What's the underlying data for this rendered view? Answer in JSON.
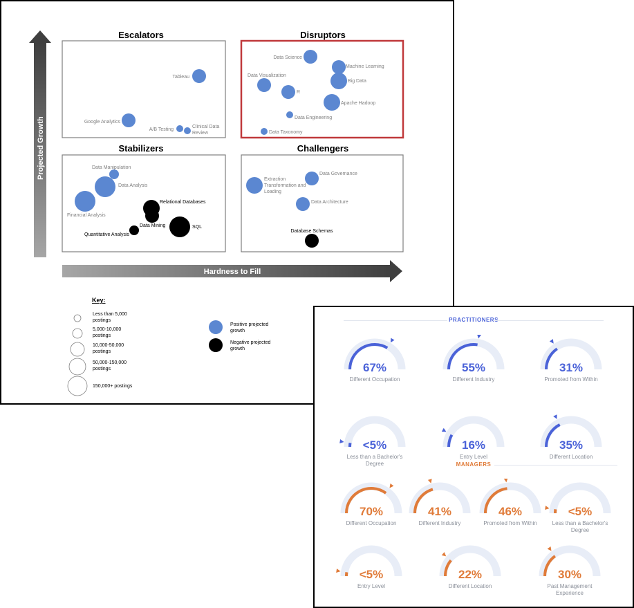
{
  "chart_data": [
    {
      "type": "scatter",
      "xlabel": "Hardness to Fill",
      "ylabel": "Projected Growth",
      "quadrants": [
        {
          "title": "Escalators",
          "highlighted": false,
          "points": [
            {
              "label": "Tableau",
              "size_class": 3,
              "growth": "positive"
            },
            {
              "label": "Google Analytics",
              "size_class": 3,
              "growth": "positive"
            },
            {
              "label": "A/B Testing",
              "size_class": 1,
              "growth": "positive"
            },
            {
              "label": "Clinical Data Review",
              "size_class": 1,
              "growth": "positive"
            }
          ]
        },
        {
          "title": "Disruptors",
          "highlighted": true,
          "points": [
            {
              "label": "Data Science",
              "size_class": 3,
              "growth": "positive"
            },
            {
              "label": "Machine Learning",
              "size_class": 3,
              "growth": "positive"
            },
            {
              "label": "Big Data",
              "size_class": 4,
              "growth": "positive"
            },
            {
              "label": "Data Visualization",
              "size_class": 3,
              "growth": "positive"
            },
            {
              "label": "R",
              "size_class": 3,
              "growth": "positive"
            },
            {
              "label": "Apache Hadoop",
              "size_class": 4,
              "growth": "positive"
            },
            {
              "label": "Data Engineering",
              "size_class": 1,
              "growth": "positive"
            },
            {
              "label": "Data Taxonomy",
              "size_class": 1,
              "growth": "positive"
            }
          ]
        },
        {
          "title": "Stabilizers",
          "highlighted": false,
          "points": [
            {
              "label": "Data Manipulation",
              "size_class": 2,
              "growth": "positive"
            },
            {
              "label": "Data Analysis",
              "size_class": 5,
              "growth": "positive"
            },
            {
              "label": "Financial Analysis",
              "size_class": 5,
              "growth": "positive"
            },
            {
              "label": "Relational Databases",
              "size_class": 4,
              "growth": "negative"
            },
            {
              "label": "Data Mining",
              "size_class": 3,
              "growth": "negative"
            },
            {
              "label": "SQL",
              "size_class": 5,
              "growth": "negative"
            },
            {
              "label": "Quantitative Analysis",
              "size_class": 2,
              "growth": "negative"
            }
          ]
        },
        {
          "title": "Challengers",
          "highlighted": false,
          "points": [
            {
              "label": "Extraction Transformation and Loading",
              "size_class": 4,
              "growth": "positive"
            },
            {
              "label": "Data Governance",
              "size_class": 3,
              "growth": "positive"
            },
            {
              "label": "Data Architecture",
              "size_class": 3,
              "growth": "positive"
            },
            {
              "label": "Database Schemas",
              "size_class": 3,
              "growth": "negative"
            }
          ]
        }
      ],
      "key": {
        "title": "Key:",
        "sizes": [
          {
            "class": 1,
            "label": "Less than 5,000 postings"
          },
          {
            "class": 2,
            "label": "5,000-10,000 postings"
          },
          {
            "class": 3,
            "label": "10,000-50,000 postings"
          },
          {
            "class": 4,
            "label": "50,000-150,000 postings"
          },
          {
            "class": 5,
            "label": "150,000+ postings"
          }
        ],
        "colors": [
          {
            "label": "Positive projected growth",
            "color": "#5b87d1"
          },
          {
            "label": "Negative projected growth",
            "color": "#000000"
          }
        ]
      }
    },
    {
      "type": "gauge",
      "sections": [
        {
          "title": "PRACTITIONERS",
          "color": "#4a62d8",
          "gauges": [
            {
              "value": 67,
              "display": "67%",
              "label": "Different Occupation"
            },
            {
              "value": 55,
              "display": "55%",
              "label": "Different Industry"
            },
            {
              "value": 31,
              "display": "31%",
              "label": "Promoted from Within"
            },
            {
              "value": 5,
              "display": "<5%",
              "label": "Less than a Bachelor's Degree"
            },
            {
              "value": 16,
              "display": "16%",
              "label": "Entry Level"
            },
            {
              "value": 35,
              "display": "35%",
              "label": "Different Location"
            }
          ]
        },
        {
          "title": "MANAGERS",
          "color": "#e07b39",
          "gauges": [
            {
              "value": 70,
              "display": "70%",
              "label": "Different Occupation"
            },
            {
              "value": 41,
              "display": "41%",
              "label": "Different Industry"
            },
            {
              "value": 46,
              "display": "46%",
              "label": "Promoted from Within"
            },
            {
              "value": 5,
              "display": "<5%",
              "label": "Less than a Bachelor's Degree"
            },
            {
              "value": 5,
              "display": "<5%",
              "label": "Entry Level"
            },
            {
              "value": 22,
              "display": "22%",
              "label": "Different Location"
            },
            {
              "value": 30,
              "display": "30%",
              "label": "Past Management Experience"
            }
          ]
        }
      ]
    }
  ]
}
